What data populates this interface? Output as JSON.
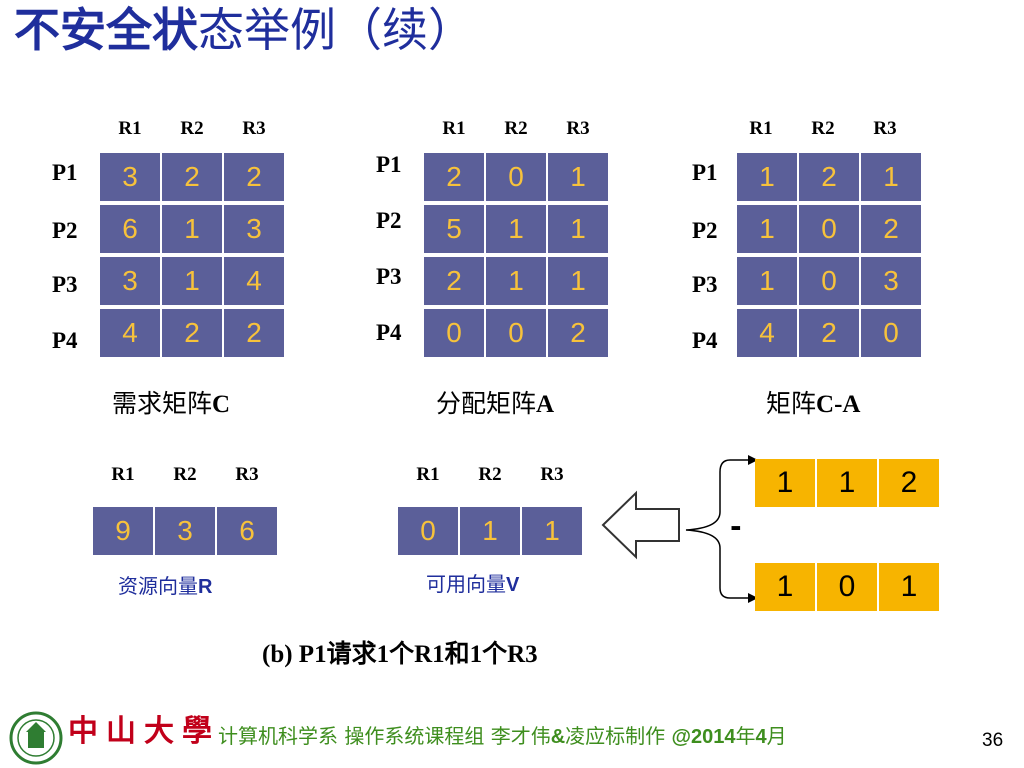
{
  "title": {
    "bold": "不安全状",
    "normal": "态举例（续）"
  },
  "columns": [
    "R1",
    "R2",
    "R3"
  ],
  "rows": [
    "P1",
    "P2",
    "P3",
    "P4"
  ],
  "matrices": [
    {
      "caption_cn": "需求矩阵",
      "caption_en": "C",
      "values": [
        [
          3,
          2,
          2
        ],
        [
          6,
          1,
          3
        ],
        [
          3,
          1,
          4
        ],
        [
          4,
          2,
          2
        ]
      ]
    },
    {
      "caption_cn": "分配矩阵",
      "caption_en": "A",
      "values": [
        [
          2,
          0,
          1
        ],
        [
          5,
          1,
          1
        ],
        [
          2,
          1,
          1
        ],
        [
          0,
          0,
          2
        ]
      ]
    },
    {
      "caption_cn": "矩阵",
      "caption_en": "C-A",
      "values": [
        [
          1,
          2,
          1
        ],
        [
          1,
          0,
          2
        ],
        [
          1,
          0,
          3
        ],
        [
          4,
          2,
          0
        ]
      ]
    }
  ],
  "resource_vector": {
    "label_cn": "资源向量",
    "label_en": "R",
    "values": [
      9,
      3,
      6
    ]
  },
  "available_vector": {
    "label_cn": "可用向量",
    "label_en": "V",
    "values": [
      0,
      1,
      1
    ]
  },
  "request_top": [
    1,
    1,
    2
  ],
  "request_bottom": [
    1,
    0,
    1
  ],
  "minus_sign": "-",
  "subtitle": "(b) P1请求1个R1和1个R3",
  "footer": {
    "logo": "中山大學",
    "dept": "计算机科学系 操作系统课程组 李才伟",
    "amp": "&",
    "author2": "凌应标制作 ",
    "copyright_at": "@2014",
    "year_cn": "年",
    "month_num": "4",
    "month_cn": "月"
  },
  "page_number": "36",
  "colors": {
    "title": "#1f2e9c",
    "cell_bg": "#5b5f99",
    "cell_text": "#f7c23b",
    "yellow_bg": "#f7b400",
    "footer": "#3e8e1e",
    "logo": "#c1001a"
  }
}
